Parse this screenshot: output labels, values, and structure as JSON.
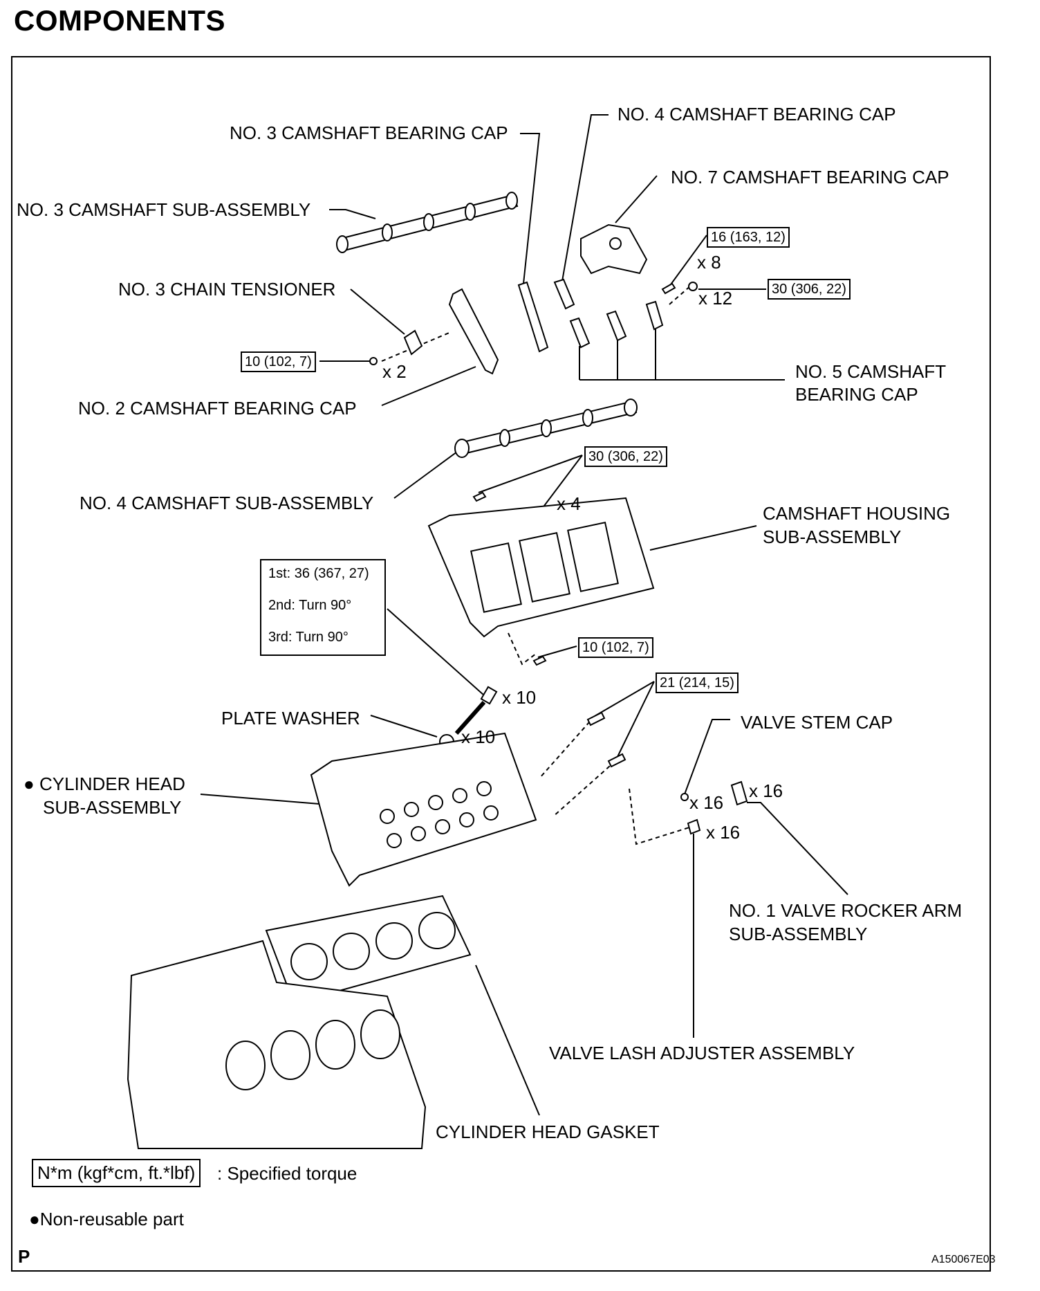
{
  "title": "COMPONENTS",
  "labels": {
    "no3_bearing_cap": "NO. 3 CAMSHAFT BEARING CAP",
    "no4_bearing_cap": "NO. 4 CAMSHAFT BEARING CAP",
    "no7_bearing_cap": "NO. 7 CAMSHAFT BEARING CAP",
    "no3_camshaft": "NO. 3 CAMSHAFT SUB-ASSEMBLY",
    "no3_chain_tensioner": "NO. 3 CHAIN TENSIONER",
    "no5_bearing_cap_1": "NO. 5 CAMSHAFT",
    "no5_bearing_cap_2": "BEARING CAP",
    "no2_bearing_cap": "NO. 2 CAMSHAFT BEARING CAP",
    "no4_camshaft": "NO. 4 CAMSHAFT SUB-ASSEMBLY",
    "camshaft_housing_1": "CAMSHAFT HOUSING",
    "camshaft_housing_2": "SUB-ASSEMBLY",
    "plate_washer": "PLATE WASHER",
    "valve_stem_cap": "VALVE STEM CAP",
    "cylinder_head_1": "CYLINDER HEAD",
    "cylinder_head_2": "SUB-ASSEMBLY",
    "rocker_arm_1": "NO. 1 VALVE ROCKER ARM",
    "rocker_arm_2": "SUB-ASSEMBLY",
    "lash_adjuster": "VALVE LASH ADJUSTER ASSEMBLY",
    "head_gasket": "CYLINDER HEAD GASKET"
  },
  "torques": {
    "t16": "16 (163, 12)",
    "t30a": "30 (306, 22)",
    "t10a": "10 (102, 7)",
    "t30b": "30 (306, 22)",
    "t10b": "10 (102, 7)",
    "t21": "21 (214, 15)"
  },
  "multi_torque": {
    "first": "1st: 36 (367, 27)",
    "second": "2nd: Turn 90°",
    "third": "3rd: Turn 90°"
  },
  "quantities": {
    "x8": "x 8",
    "x12": "x 12",
    "x2": "x 2",
    "x4": "x 4",
    "x10_bolt": "x 10",
    "x10_washer": "x 10",
    "x16_cap": "x 16",
    "x16_rocker": "x 16",
    "x16_adjuster": "x 16"
  },
  "legend": {
    "torque_box": "N*m (kgf*cm, ft.*lbf)",
    "torque_text": ": Specified torque",
    "nonreusable_text": "Non-reusable part"
  },
  "footer": {
    "left": "P",
    "code": "A150067E03"
  },
  "dot_symbol": "●"
}
